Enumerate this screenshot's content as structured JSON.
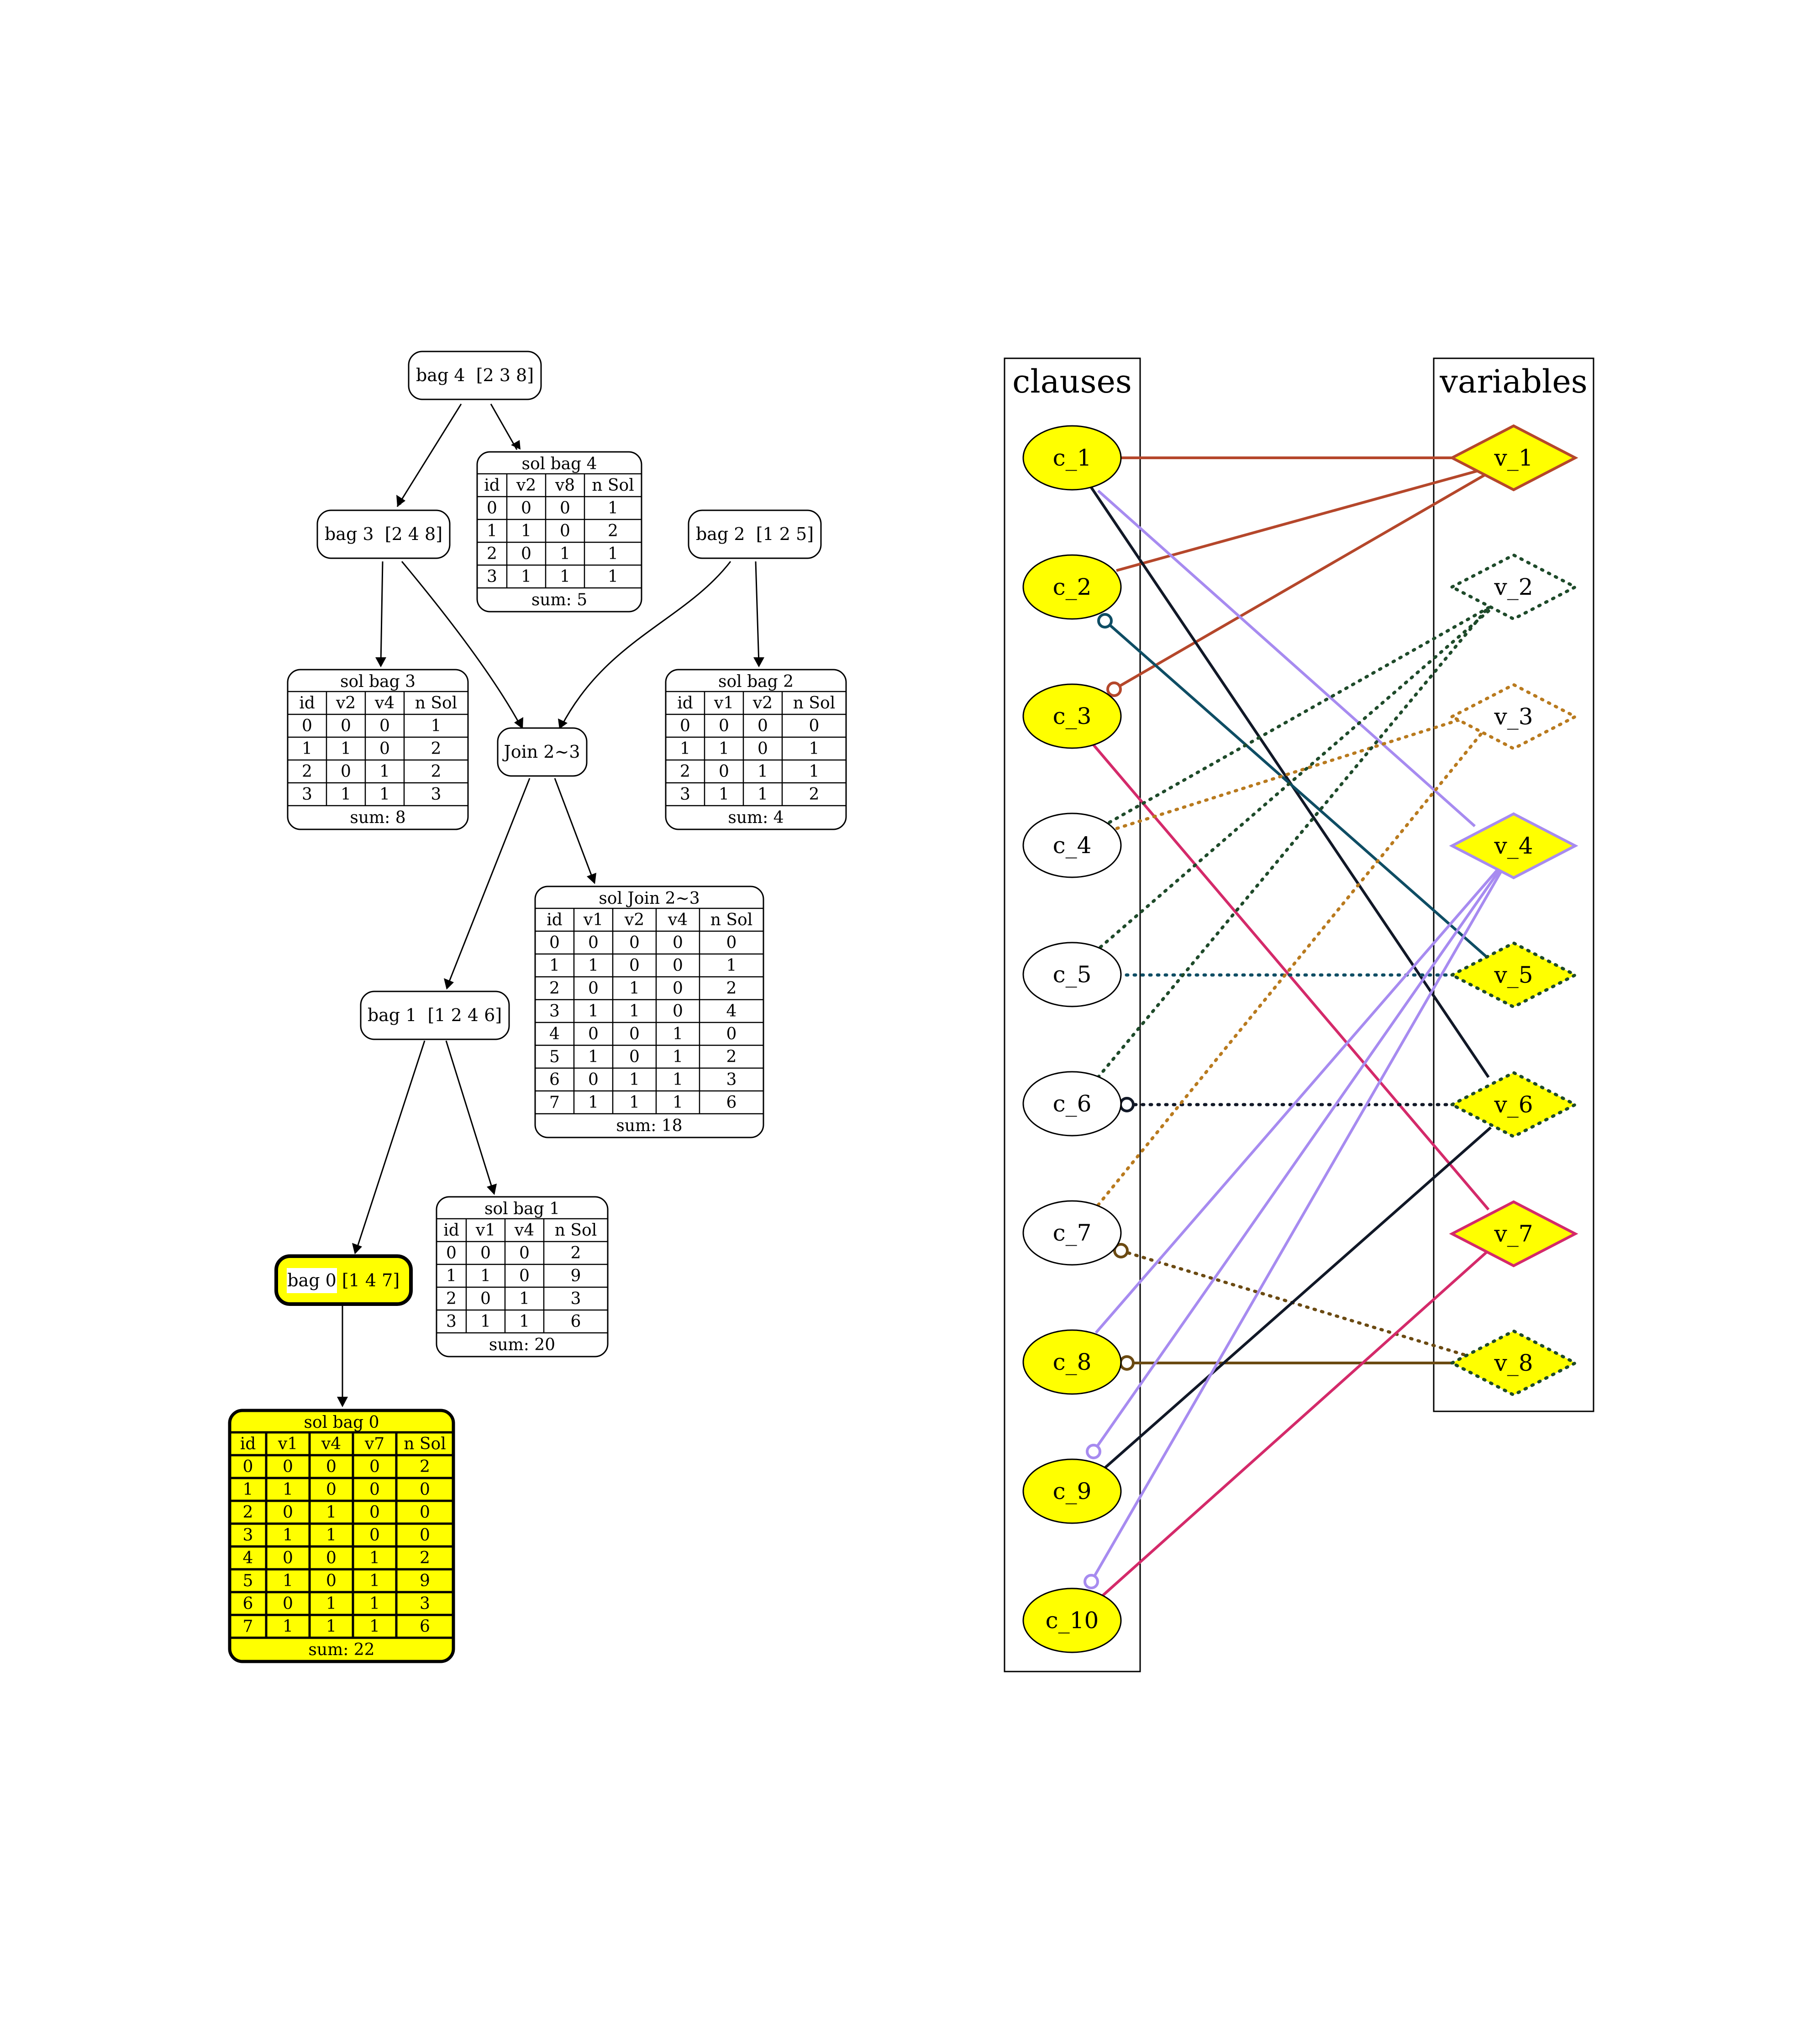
{
  "tree": {
    "nodes": {
      "bag4": "bag 4  [2 3 8]",
      "bag3": "bag 3  [2 4 8]",
      "bag2": "bag 2  [1 2 5]",
      "join": "Join 2~3",
      "bag1": "bag 1  [1 2 4 6]",
      "bag0_name": "bag 0",
      "bag0_vars": "[1 4 7]"
    },
    "tables": {
      "sol4": {
        "title": "sol bag 4",
        "headers": [
          "id",
          "v2",
          "v8",
          "n Sol"
        ],
        "rows": [
          [
            "0",
            "0",
            "0",
            "1"
          ],
          [
            "1",
            "1",
            "0",
            "2"
          ],
          [
            "2",
            "0",
            "1",
            "1"
          ],
          [
            "3",
            "1",
            "1",
            "1"
          ]
        ],
        "sum": "sum: 5"
      },
      "sol3": {
        "title": "sol bag 3",
        "headers": [
          "id",
          "v2",
          "v4",
          "n Sol"
        ],
        "rows": [
          [
            "0",
            "0",
            "0",
            "1"
          ],
          [
            "1",
            "1",
            "0",
            "2"
          ],
          [
            "2",
            "0",
            "1",
            "2"
          ],
          [
            "3",
            "1",
            "1",
            "3"
          ]
        ],
        "sum": "sum: 8"
      },
      "sol2": {
        "title": "sol bag 2",
        "headers": [
          "id",
          "v1",
          "v2",
          "n Sol"
        ],
        "rows": [
          [
            "0",
            "0",
            "0",
            "0"
          ],
          [
            "1",
            "1",
            "0",
            "1"
          ],
          [
            "2",
            "0",
            "1",
            "1"
          ],
          [
            "3",
            "1",
            "1",
            "2"
          ]
        ],
        "sum": "sum: 4"
      },
      "soljoin": {
        "title": "sol Join 2~3",
        "headers": [
          "id",
          "v1",
          "v2",
          "v4",
          "n Sol"
        ],
        "rows": [
          [
            "0",
            "0",
            "0",
            "0",
            "0"
          ],
          [
            "1",
            "1",
            "0",
            "0",
            "1"
          ],
          [
            "2",
            "0",
            "1",
            "0",
            "2"
          ],
          [
            "3",
            "1",
            "1",
            "0",
            "4"
          ],
          [
            "4",
            "0",
            "0",
            "1",
            "0"
          ],
          [
            "5",
            "1",
            "0",
            "1",
            "2"
          ],
          [
            "6",
            "0",
            "1",
            "1",
            "3"
          ],
          [
            "7",
            "1",
            "1",
            "1",
            "6"
          ]
        ],
        "sum": "sum: 18"
      },
      "sol1": {
        "title": "sol bag 1",
        "headers": [
          "id",
          "v1",
          "v4",
          "n Sol"
        ],
        "rows": [
          [
            "0",
            "0",
            "0",
            "2"
          ],
          [
            "1",
            "1",
            "0",
            "9"
          ],
          [
            "2",
            "0",
            "1",
            "3"
          ],
          [
            "3",
            "1",
            "1",
            "6"
          ]
        ],
        "sum": "sum: 20"
      },
      "sol0": {
        "title": "sol bag 0",
        "headers": [
          "id",
          "v1",
          "v4",
          "v7",
          "n Sol"
        ],
        "rows": [
          [
            "0",
            "0",
            "0",
            "0",
            "2"
          ],
          [
            "1",
            "1",
            "0",
            "0",
            "0"
          ],
          [
            "2",
            "0",
            "1",
            "0",
            "0"
          ],
          [
            "3",
            "1",
            "1",
            "0",
            "0"
          ],
          [
            "4",
            "0",
            "0",
            "1",
            "2"
          ],
          [
            "5",
            "1",
            "0",
            "1",
            "9"
          ],
          [
            "6",
            "0",
            "1",
            "1",
            "3"
          ],
          [
            "7",
            "1",
            "1",
            "1",
            "6"
          ]
        ],
        "sum": "sum: 22"
      }
    }
  },
  "graph": {
    "clauses_label": "clauses",
    "variables_label": "variables",
    "clauses": [
      {
        "id": "c1",
        "label": "c_1",
        "fill": "#ffff00"
      },
      {
        "id": "c2",
        "label": "c_2",
        "fill": "#ffff00"
      },
      {
        "id": "c3",
        "label": "c_3",
        "fill": "#ffff00"
      },
      {
        "id": "c4",
        "label": "c_4",
        "fill": "#ffffff"
      },
      {
        "id": "c5",
        "label": "c_5",
        "fill": "#ffffff"
      },
      {
        "id": "c6",
        "label": "c_6",
        "fill": "#ffffff"
      },
      {
        "id": "c7",
        "label": "c_7",
        "fill": "#ffffff"
      },
      {
        "id": "c8",
        "label": "c_8",
        "fill": "#ffff00"
      },
      {
        "id": "c9",
        "label": "c_9",
        "fill": "#ffff00"
      },
      {
        "id": "c10",
        "label": "c_10",
        "fill": "#ffff00"
      }
    ],
    "variables": [
      {
        "id": "v1",
        "label": "v_1",
        "fill": "#ffff00",
        "stroke": "#b5472b",
        "dotted": false
      },
      {
        "id": "v2",
        "label": "v_2",
        "fill": "#ffffff",
        "stroke": "#1e4a2a",
        "dotted": true
      },
      {
        "id": "v3",
        "label": "v_3",
        "fill": "#ffffff",
        "stroke": "#b97a1e",
        "dotted": true
      },
      {
        "id": "v4",
        "label": "v_4",
        "fill": "#ffff00",
        "stroke": "#a78bf0",
        "dotted": false
      },
      {
        "id": "v5",
        "label": "v_5",
        "fill": "#ffff00",
        "stroke": "#1e4a2a",
        "dotted": true
      },
      {
        "id": "v6",
        "label": "v_6",
        "fill": "#ffff00",
        "stroke": "#1e4a2a",
        "dotted": true
      },
      {
        "id": "v7",
        "label": "v_7",
        "fill": "#ffff00",
        "stroke": "#d42a6a",
        "dotted": false
      },
      {
        "id": "v8",
        "label": "v_8",
        "fill": "#ffff00",
        "stroke": "#1e4a2a",
        "dotted": true
      }
    ],
    "colors": {
      "rust": "#b5472b",
      "purple": "#a78bf0",
      "navy": "#111827",
      "teal": "#0e4d64",
      "crimson": "#d42a6a",
      "darkgreen": "#1e4a2a",
      "orange": "#b97a1e",
      "brown": "#6b4a12",
      "yellow": "#ffff00"
    }
  }
}
